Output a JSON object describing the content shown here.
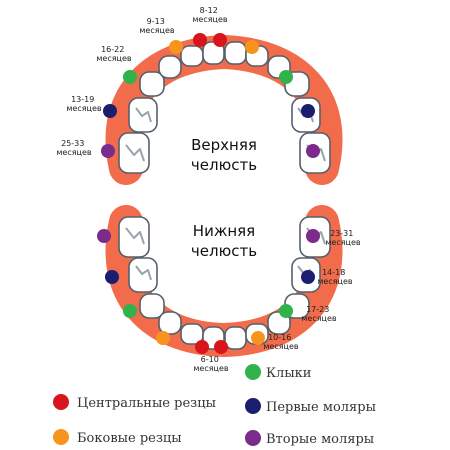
{
  "upper_jaw": {
    "title_line1": "Верхняя",
    "title_line2": "челюсть",
    "labels": {
      "central": [
        "8-12",
        "месяцев"
      ],
      "lateral": [
        "9-13",
        "месяцев"
      ],
      "canine": [
        "16-22",
        "месяцев"
      ],
      "first_molar": [
        "13-19",
        "месяцев"
      ],
      "second_molar": [
        "25-33",
        "месяцев"
      ]
    }
  },
  "lower_jaw": {
    "title_line1": "Нижняя",
    "title_line2": "челюсть",
    "labels": {
      "second_molar": [
        "23-31",
        "месяцев"
      ],
      "first_molar": [
        "14-18",
        "месяцев"
      ],
      "canine": [
        "17-23",
        "месяцев"
      ],
      "lateral": [
        "10-16",
        "месяцев"
      ],
      "central": [
        "6-10",
        "месяцев"
      ]
    }
  },
  "legend": {
    "central": "Центральные резцы",
    "lateral": "Боковые резцы",
    "canine": "Клыки",
    "first_molar": "Первые моляры",
    "second_molar": "Вторые моляры"
  },
  "colors": {
    "central": "#d8141c",
    "lateral": "#f7941d",
    "canine": "#2fb34a",
    "first_molar": "#1b1e6e",
    "second_molar": "#7a2b8c",
    "gum": "#f26b4a",
    "tooth_fill": "#ffffff",
    "tooth_stroke": "#55606b",
    "tooth_shade": "#9aa3ab"
  }
}
